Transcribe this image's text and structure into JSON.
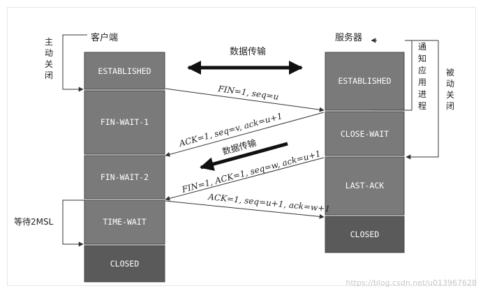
{
  "client": {
    "header": "客户端",
    "active_close_label": [
      "主",
      "动",
      "关",
      "闭"
    ],
    "states": [
      "ESTABLISHED",
      "FIN-WAIT-1",
      "FIN-WAIT-2",
      "TIME-WAIT",
      "CLOSED"
    ],
    "wait_label": "等待2MSL"
  },
  "server": {
    "header": "服务器",
    "notify_app_label": [
      "通",
      "知",
      "应",
      "用",
      "进",
      "程"
    ],
    "passive_close_label": [
      "被",
      "动",
      "关",
      "闭"
    ],
    "states": [
      "ESTABLISHED",
      "CLOSE-WAIT",
      "LAST-ACK",
      "CLOSED"
    ]
  },
  "data_transfer_top": "数据传输",
  "data_transfer_mid": "数据传输",
  "messages": [
    "FIN=1, seq=u",
    "ACK=1, seq=v, ack=u+1",
    "FIN=1, ACK=1, seq=w, ack=u+1",
    "ACK=1, seq=u+1, ack=w+1"
  ],
  "watermark": "https://blog.csdn.net/u013967628",
  "colors": {
    "state_box": "#7a7a7a",
    "state_box_dark": "#5a5a5a",
    "state_text": "#ffffff",
    "line": "#333333"
  }
}
